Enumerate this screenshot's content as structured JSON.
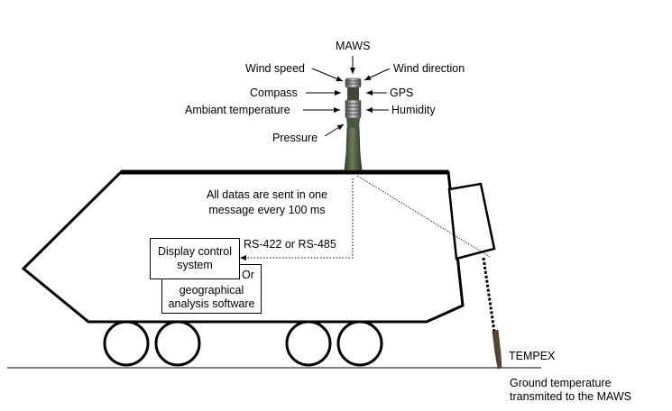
{
  "sensor": {
    "title": "MAWS",
    "labels_left": [
      "Wind speed",
      "Compass",
      "Ambiant temperature",
      "Pressure"
    ],
    "labels_right": [
      "Wind direction",
      "GPS",
      "Humidity"
    ]
  },
  "message_note": [
    "All datas are sent in one",
    "message every 100 ms"
  ],
  "link_label": "RS-422 or RS-485",
  "display_box": [
    "Display control",
    "system"
  ],
  "or_label": "Or",
  "software_box": [
    "geographical",
    "analysis software"
  ],
  "tempex": "TEMPEX",
  "ground_note": [
    "Ground temperature",
    "transmited to the MAWS"
  ],
  "colors": {
    "line": "#000000",
    "mast_dark": "#3b4a34",
    "mast_mid": "#5d6b50",
    "probe": "#5a4330"
  }
}
